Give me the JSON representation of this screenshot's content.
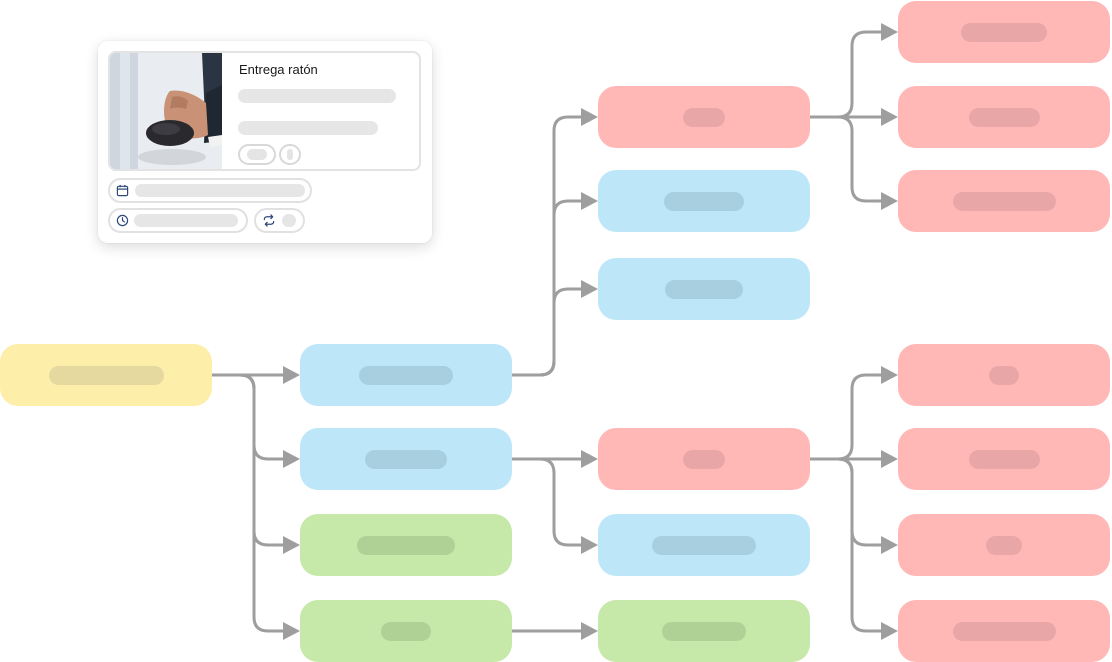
{
  "card": {
    "title": "Entrega ratón",
    "image": "hand-on-mouse-photo",
    "icons": [
      "calendar-icon",
      "clock-icon",
      "repeat-icon"
    ]
  },
  "colors": {
    "yellow": "#fdeeaa",
    "blue": "#bde7f8",
    "green": "#c6e8a8",
    "red": "#ffb8b6",
    "connector": "#9e9e9e"
  },
  "nodes": [
    {
      "id": "root",
      "color": "yellow"
    },
    {
      "id": "level1-a",
      "color": "blue"
    },
    {
      "id": "level1-b",
      "color": "blue"
    },
    {
      "id": "level1-c",
      "color": "green"
    },
    {
      "id": "level1-d",
      "color": "green"
    },
    {
      "id": "level2-a",
      "color": "red"
    },
    {
      "id": "level2-b",
      "color": "blue"
    },
    {
      "id": "level2-c",
      "color": "blue"
    },
    {
      "id": "level2-d",
      "color": "red"
    },
    {
      "id": "level2-e",
      "color": "blue"
    },
    {
      "id": "level2-f",
      "color": "green"
    },
    {
      "id": "level3-a",
      "color": "red"
    },
    {
      "id": "level3-b",
      "color": "red"
    },
    {
      "id": "level3-c",
      "color": "red"
    },
    {
      "id": "level3-d",
      "color": "red"
    },
    {
      "id": "level3-e",
      "color": "red"
    },
    {
      "id": "level3-f",
      "color": "red"
    },
    {
      "id": "level3-g",
      "color": "red"
    }
  ],
  "edges": [
    [
      "root",
      "level1-a"
    ],
    [
      "root",
      "level1-b"
    ],
    [
      "root",
      "level1-c"
    ],
    [
      "root",
      "level1-d"
    ],
    [
      "level1-a",
      "level2-a"
    ],
    [
      "level1-a",
      "level2-b"
    ],
    [
      "level1-a",
      "level2-c"
    ],
    [
      "level1-b",
      "level2-d"
    ],
    [
      "level1-b",
      "level2-e"
    ],
    [
      "level1-d",
      "level2-f"
    ],
    [
      "level2-a",
      "level3-a"
    ],
    [
      "level2-a",
      "level3-b"
    ],
    [
      "level2-a",
      "level3-c"
    ],
    [
      "level2-d",
      "level3-d"
    ],
    [
      "level2-d",
      "level3-e"
    ],
    [
      "level2-d",
      "level3-f"
    ],
    [
      "level2-d",
      "level3-g"
    ]
  ]
}
